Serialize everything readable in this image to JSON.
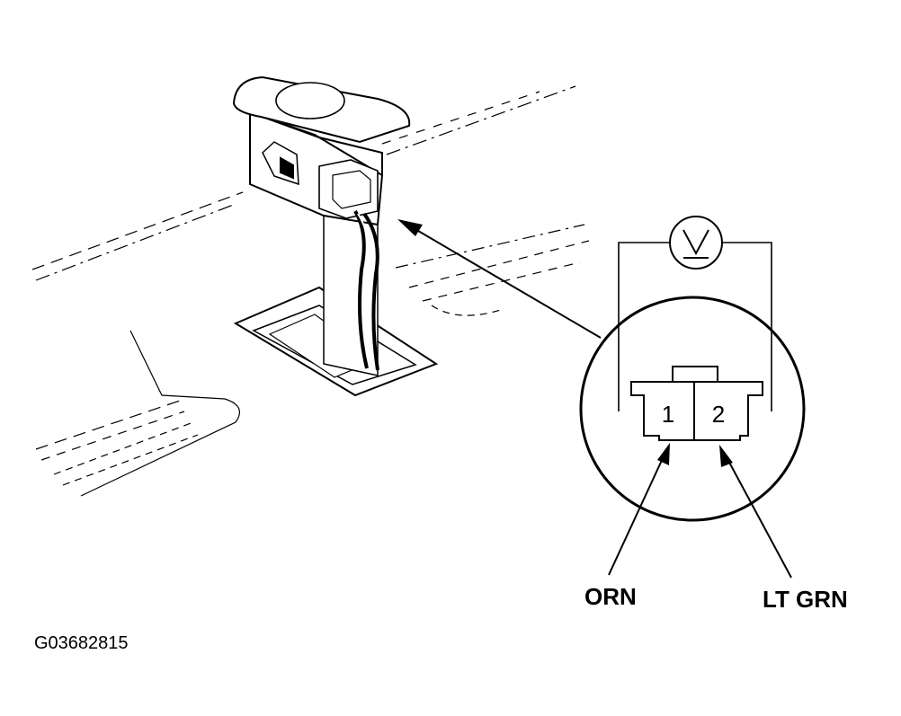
{
  "connector": {
    "pins": [
      "1",
      "2"
    ]
  },
  "wires": {
    "pin1_color": "ORN",
    "pin2_color": "LT GRN"
  },
  "meter": {
    "icon": "voltmeter-icon"
  },
  "figure_code": "G03682815"
}
